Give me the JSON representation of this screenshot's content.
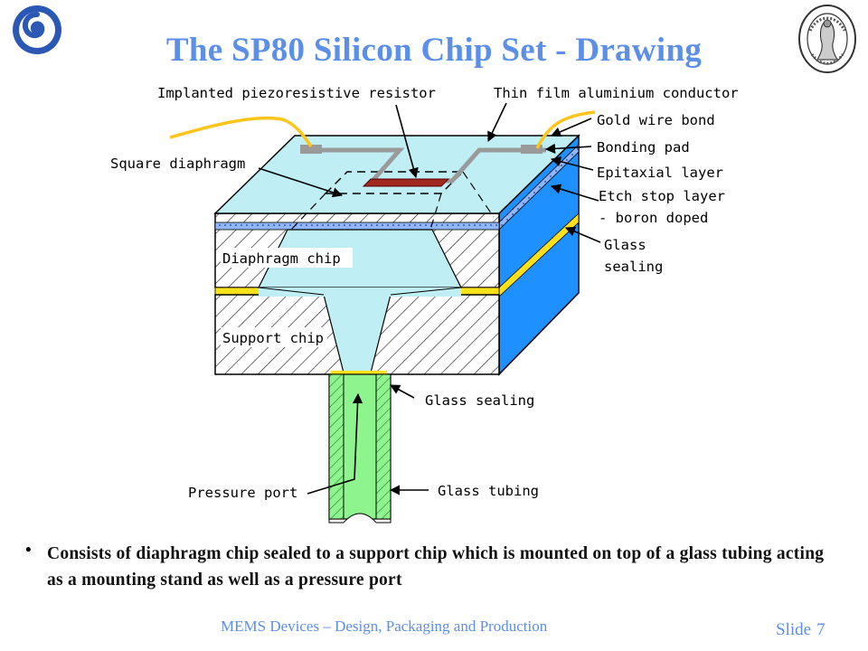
{
  "slide": {
    "title": "The SP80 Silicon Chip Set - Drawing",
    "footer": "MEMS Devices – Design, Packaging and Production",
    "slide_label": "Slide",
    "slide_number": "7"
  },
  "logos": {
    "left": "blue-swirl-logo",
    "right": "university-of-oslo-seal",
    "right_seal_text": "UNIVERSITAS OSLOENSIS MDCCCXI"
  },
  "diagram": {
    "labels": {
      "implanted_resistor": "Implanted piezoresistive resistor",
      "thin_film": "Thin film aluminium conductor",
      "gold_wire": "Gold wire bond",
      "bonding_pad": "Bonding pad",
      "square_diaphragm": "Square diaphragm",
      "epitaxial": "Epitaxial layer",
      "etch_stop_1": "Etch stop layer",
      "etch_stop_2": "- boron doped",
      "glass_sealing_side_1": "Glass",
      "glass_sealing_side_2": "sealing",
      "diaphragm_chip": "Diaphragm chip",
      "support_chip": "Support chip",
      "glass_sealing": "Glass sealing",
      "pressure_port": "Pressure port",
      "glass_tubing": "Glass tubing"
    },
    "colors": {
      "top_face": "#bfeff5",
      "side_face": "#1e90ff",
      "glass_seal": "#ffe11a",
      "wire": "#ffc51a",
      "tubing": "#8ef58e",
      "resistor": "#a0281e"
    }
  },
  "bullet": {
    "marker": "•",
    "text": "Consists of diaphragm chip sealed to a support chip which is mounted on top of a glass tubing acting as a mounting stand as well as a pressure port"
  }
}
